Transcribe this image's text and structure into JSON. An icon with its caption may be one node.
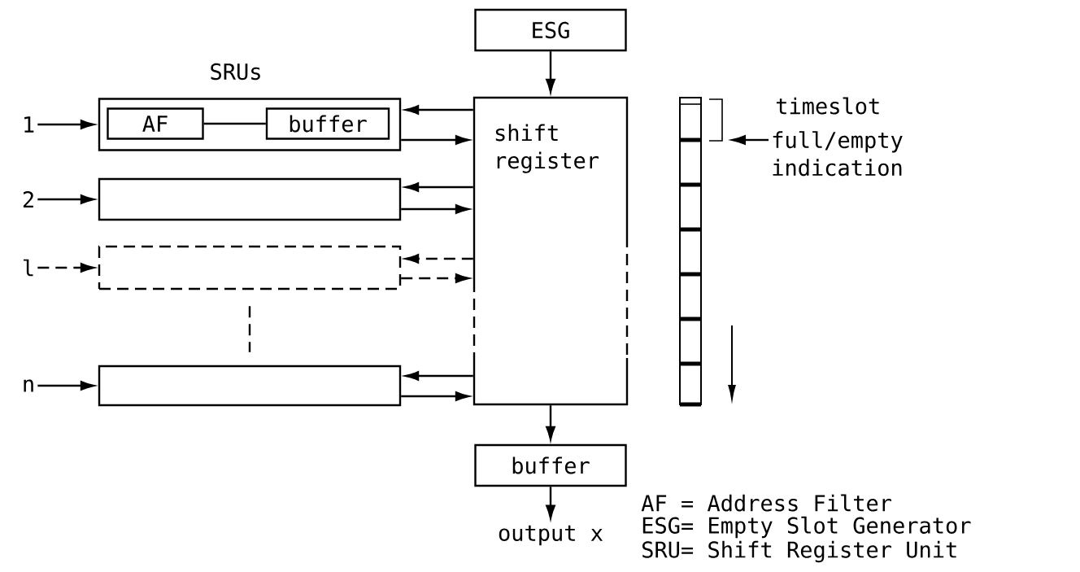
{
  "diagram": {
    "nodes": [
      {
        "text": [
          "ESG"
        ]
      },
      {
        "text": [
          "shift register"
        ]
      },
      {
        "text": [],
        "shape": "box"
      },
      {
        "text": [
          "AF"
        ],
        "in": 2
      },
      {
        "text": [
          "buffer"
        ],
        "in": 2
      },
      {
        "text": [],
        "shape": "box"
      },
      {
        "text": [],
        "shape": "box"
      },
      {
        "text": [],
        "shape": "box"
      },
      {
        "text": [
          "buffer"
        ]
      },
      {
        "text": [
          "1"
        ]
      },
      {
        "text": [
          "2"
        ]
      },
      {
        "text": [
          "l"
        ]
      },
      {
        "text": [
          "n"
        ]
      },
      {
        "text": [
          "output x"
        ]
      },
      {
        "text": [],
        "shape": "bar"
      },
      {
        "text": [
          "full/empty indication"
        ]
      }
    ],
    "edges": [
      {
        "from": 0,
        "to": 1,
        "arrow": "to"
      },
      {
        "from": 1,
        "to": 2,
        "arrow": "to"
      },
      {
        "from": 2,
        "to": 1,
        "arrow": "to"
      },
      {
        "from": 1,
        "to": 5,
        "arrow": "to"
      },
      {
        "from": 5,
        "to": 1,
        "arrow": "to"
      },
      {
        "from": 1,
        "to": 6,
        "arrow": "to",
        "style": "dashed"
      },
      {
        "from": 6,
        "to": 1,
        "arrow": "to",
        "style": "dashed"
      },
      {
        "from": 1,
        "to": 7,
        "arrow": "to"
      },
      {
        "from": 7,
        "to": 1,
        "arrow": "to"
      },
      {
        "from": 1,
        "to": 8,
        "arrow": "to"
      },
      {
        "from": 8,
        "to": 13,
        "arrow": "to"
      },
      {
        "from": 9,
        "to": 2,
        "arrow": "to"
      },
      {
        "from": 10,
        "to": 5,
        "arrow": "to"
      },
      {
        "from": 11,
        "to": 6,
        "arrow": "to",
        "style": "dashed"
      },
      {
        "from": 12,
        "to": 7,
        "arrow": "to"
      },
      {
        "from": 3,
        "to": 4,
        "arrow": "none"
      },
      {
        "from": 6,
        "to": 7,
        "arrow": "none",
        "style": "dashed"
      },
      {
        "from": 15,
        "to": 14,
        "arrow": "to"
      }
    ],
    "labels": [
      "SRUs",
      "timeslot",
      "AF = Address Filter",
      "ESG= Empty Slot Generator",
      "SRU= Shift Register Unit"
    ]
  }
}
